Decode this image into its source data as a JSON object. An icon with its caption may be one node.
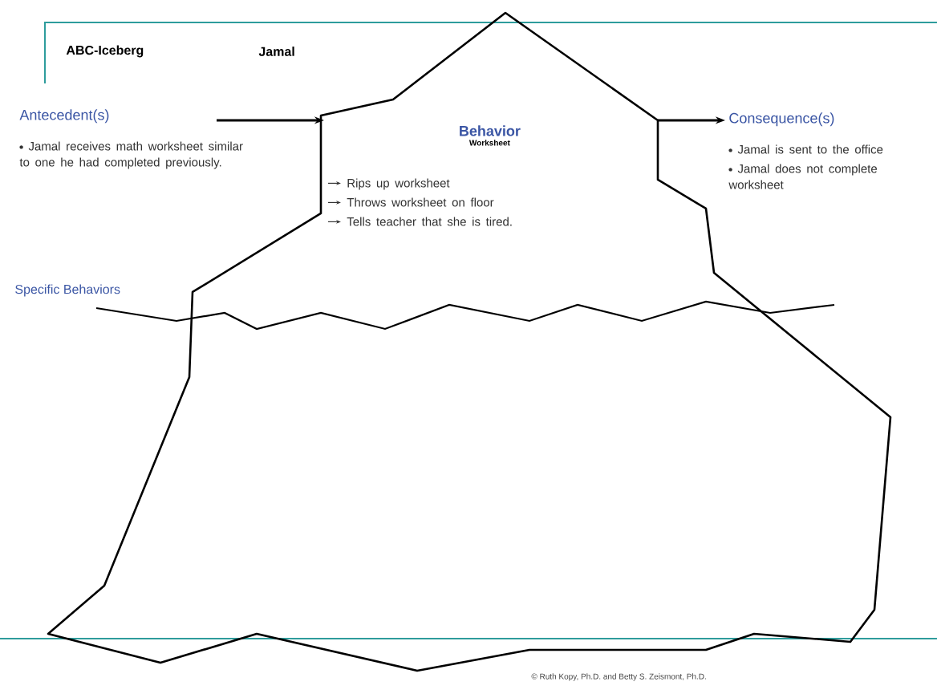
{
  "diagram": {
    "nodes": [
      {
        "text": [
          "Antecedent(s)",
          "Jamal receives math worksheet similar to one he had completed previously."
        ]
      },
      {
        "text": [
          "Behavior",
          "Worksheet",
          "Rips up worksheet",
          "Throws worksheet on floor",
          "Tells teacher that she is tired."
        ]
      },
      {
        "text": [
          "Consequence(s)",
          "Jamal is sent to the office",
          "Jamal does not complete worksheet"
        ]
      }
    ],
    "edges": [
      {
        "from": 0,
        "to": 1,
        "arrow": "to"
      },
      {
        "from": 1,
        "to": 2,
        "arrow": "to"
      }
    ],
    "labels": [
      "ABC-Iceberg",
      "Jamal",
      "Specific Behaviors",
      "© Ruth Kopy, Ph.D. and Betty S. Zeismont, Ph.D."
    ]
  }
}
